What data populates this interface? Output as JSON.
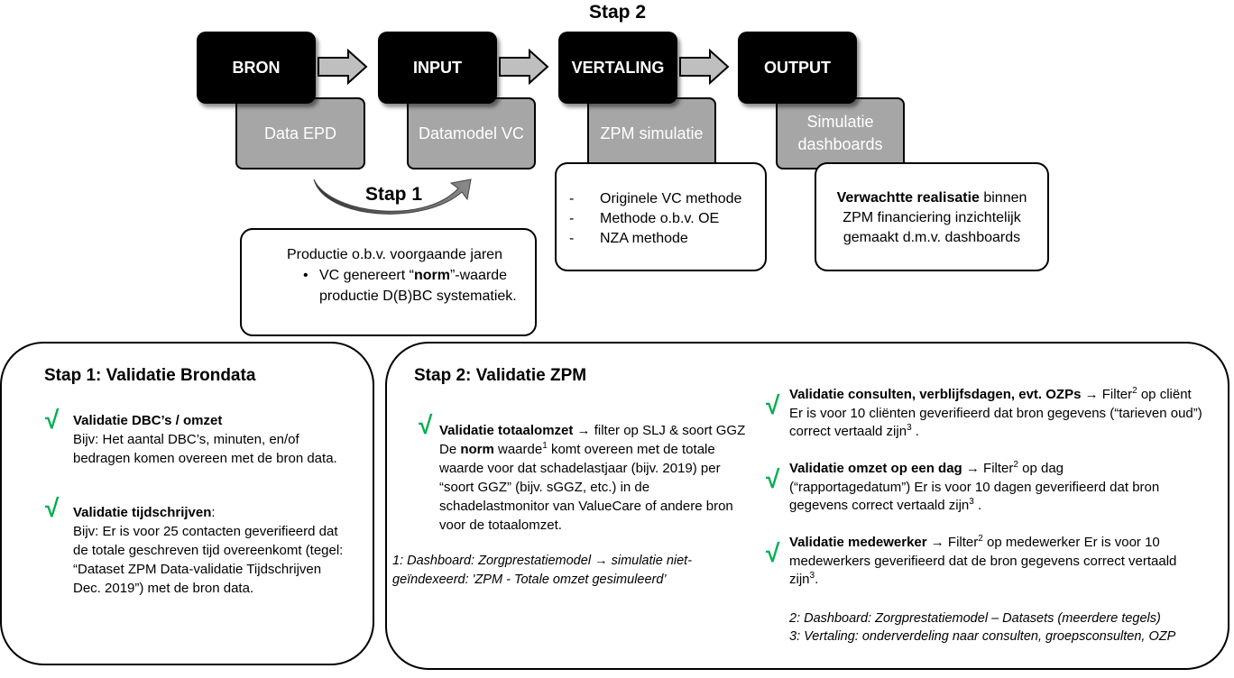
{
  "top": {
    "step2_title": "Stap 2",
    "step1_title": "Stap 1",
    "stages": [
      {
        "black": "BRON",
        "gray": "Data EPD"
      },
      {
        "black": "INPUT",
        "gray": "Datamodel VC"
      },
      {
        "black": "VERTALING",
        "gray": "ZPM simulatie"
      },
      {
        "black": "OUTPUT",
        "gray": "Simulatie dashboards"
      }
    ],
    "production_box": {
      "line1": "Productie o.b.v. voorgaande jaren",
      "bullet_pre": "VC genereert “",
      "bullet_bold": "norm",
      "bullet_post": "”-waarde productie D(B)BC systematiek."
    },
    "methods": [
      "Originele VC methode",
      "Methode o.b.v. OE",
      "NZA methode"
    ],
    "output_box": {
      "bold": "Verwachtte realisatie",
      "rest": " binnen ZPM financiering inzichtelijk gemaakt d.m.v. dashboards"
    }
  },
  "panel1": {
    "title": "Stap 1: Validatie Brondata",
    "check_symbol": "√",
    "items": [
      {
        "head": "Validatie DBC’s / omzet",
        "head_suffix": "",
        "body": "Bijv: Het aantal DBC’s, minuten, en/of bedragen komen overeen met de bron data."
      },
      {
        "head": "Validatie tijdschrijven",
        "head_suffix": ":",
        "body": "Bijv: Er is voor 25 contacten geverifieerd dat de totale geschreven tijd overeenkomt (tegel: “Dataset ZPM Data-validatie Tijdschrijven Dec. 2019”) met de bron data."
      }
    ]
  },
  "panel2": {
    "title": "Stap 2: Validatie ZPM",
    "totaal": {
      "head": "Validatie totaalomzet",
      "head_rest": " → filter op SLJ & soort GGZ",
      "body_pre": "De ",
      "body_bold": "norm",
      "body_mid": " waarde",
      "sup": "1",
      "body_post": " komt overeen met de totale waarde voor dat schadelastjaar (bijv. 2019) per “soort GGZ” (bijv. sGGZ, etc.) in de schadelastmonitor van ValueCare of andere bron voor de totaalomzet."
    },
    "footnote1": "1: Dashboard: Zorgprestatiemodel → simulatie niet-geïndexeerd: 'ZPM - Totale omzet gesimuleerd’",
    "right_items": [
      {
        "head": "Validatie consulten, verblijfsdagen, evt. OZPs",
        "arrow": " → Filter",
        "sup": "2",
        "filter": " op cliënt",
        "body": "Er is voor 10 cliënten geverifieerd dat bron gegevens (“tarieven oud”) correct vertaald zijn",
        "body_sup": "3",
        "body_end": " ."
      },
      {
        "head": "Validatie omzet op een dag",
        "arrow": " → Filter",
        "sup": "2",
        "filter": " op dag",
        "body": "(“rapportagedatum”) Er is voor 10 dagen geverifieerd dat bron gegevens correct vertaald zijn",
        "body_sup": "3",
        "body_end": " ."
      },
      {
        "head": "Validatie medewerker",
        "arrow": " → Filter",
        "sup": "2",
        "filter": " op medewerker",
        "body": "Er is voor 10 medewerkers geverifieerd dat de bron gegevens correct vertaald zijn",
        "body_sup": "3",
        "body_end": "."
      }
    ],
    "footnote2": "2: Dashboard: Zorgprestatiemodel – Datasets (meerdere tegels)",
    "footnote3": "3: Vertaling: onderverdeling naar consulten, groepsconsulten, OZP"
  }
}
